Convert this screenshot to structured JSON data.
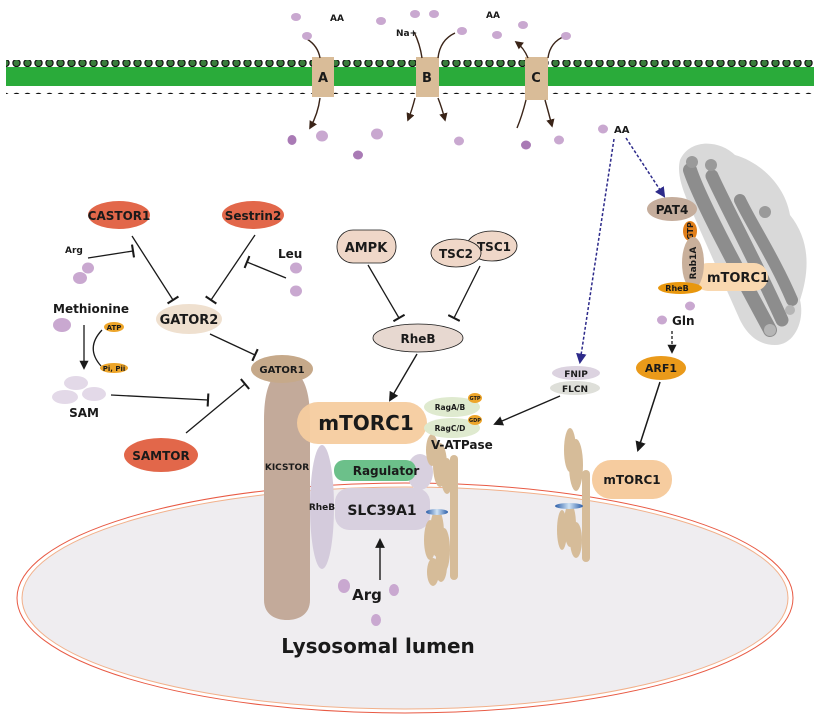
{
  "membrane": {
    "transporters": [
      {
        "id": "A",
        "label": "A",
        "substrate": "AA"
      },
      {
        "id": "B",
        "label": "B",
        "substrate": "Na+"
      },
      {
        "id": "C",
        "label": "C",
        "substrate": "AA"
      }
    ],
    "cytosol_aa_label": "AA"
  },
  "nodes": {
    "castor1": "CASTOR1",
    "sestrin2": "Sestrin2",
    "arg_top": "Arg",
    "leu": "Leu",
    "methionine": "Methionine",
    "atp": "ATP",
    "pi": "Pi, Pii",
    "sam": "SAM",
    "samtor": "SAMTOR",
    "gator2": "GATOR2",
    "gator1": "GATOR1",
    "kicstor": "KICSTOR",
    "ampk": "AMPK",
    "tsc2": "TSC2",
    "tsc1": "TSC1",
    "rheb_center": "RheB",
    "mtorc1_main": "mTORC1",
    "raga_b": "RagA/B",
    "ragc_d": "RagC/D",
    "gtp": "GTP",
    "gdp": "GDP",
    "v_atpase": "V-ATPase",
    "ragulator": "Ragulator",
    "slc39a1": "SLC39A1",
    "rheb_membrane": "RheB",
    "arg_lumen": "Arg",
    "fnip": "FNIP",
    "flcn": "FLCN",
    "pat4": "PAT4",
    "gtp_golgi": "GTP",
    "rab1a": "Rab1A",
    "mtorc1_golgi": "mTORC1",
    "rheb_golgi": "RheB",
    "gln": "Gln",
    "arf1": "ARF1",
    "mtorc1_right": "mTORC1"
  },
  "lumen_label": "Lysosomal lumen",
  "colors": {
    "membrane_green": "#2aab3a",
    "transporter": "#d9bc98",
    "amino_acid": "#c9a8d0",
    "amino_acid_dark": "#a97ab5",
    "sensor_red": "#e2674a",
    "gator2": "#efe0cf",
    "gator1": "#c6a98a",
    "kicstor": "#c3aa9a",
    "mtorc1": "#f6cc9f",
    "rag": "#dfeacf",
    "nucleotide": "#eda52a",
    "ragulator": "#6cc08a",
    "slc39a1": "#d8d0df",
    "v_atpase": "#d6bc99",
    "lysosome_fill": "#efedf0",
    "lysosome_outline": "#e85a44",
    "fnip_flcn": "#dcd6df",
    "pat4": "#c5ad9c",
    "arf1": "#ea9a1a",
    "golgi": "#8d8d8d",
    "dashed_arrow": "#2d2a8a"
  }
}
